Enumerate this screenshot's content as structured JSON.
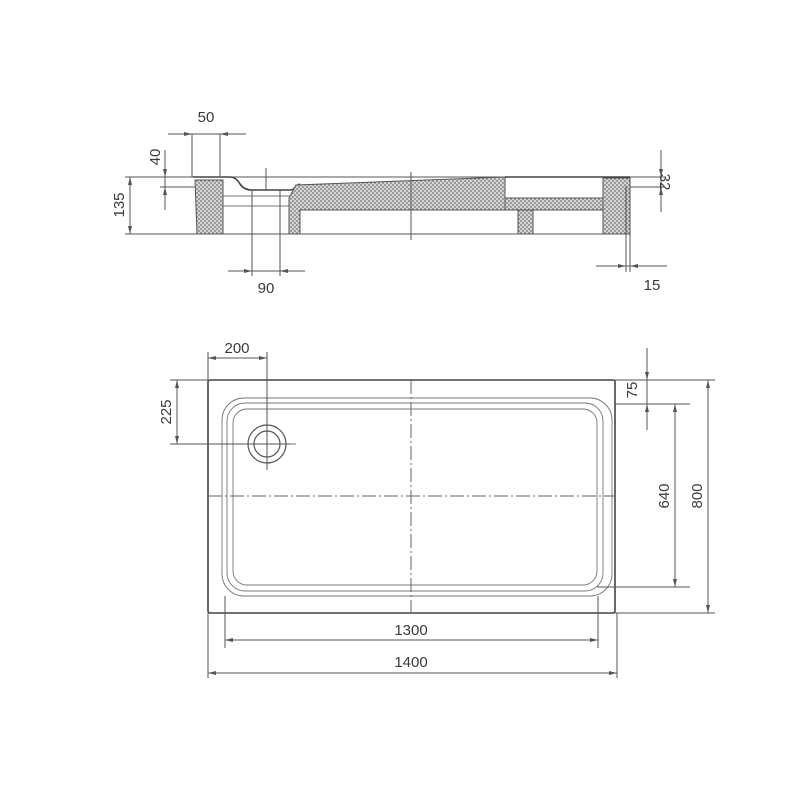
{
  "drawing": {
    "title": "Shower tray technical drawing",
    "section_view": {
      "label": "section-view",
      "dimensions": {
        "rim_width": "50",
        "rim_drop": "40",
        "total_height": "135",
        "drain_diameter": "90",
        "right_rim_height": "32",
        "right_edge_offset": "15"
      }
    },
    "plan_view": {
      "label": "plan-view",
      "dimensions": {
        "drain_offset_x": "200",
        "drain_offset_y": "225",
        "rim_offset": "75",
        "inner_depth": "640",
        "outer_depth": "800",
        "inner_length": "1300",
        "outer_length": "1400"
      }
    },
    "colors": {
      "line": "#555555",
      "hatch": "#8a8a8a",
      "text": "#3a3a3a",
      "background": "#ffffff"
    }
  }
}
